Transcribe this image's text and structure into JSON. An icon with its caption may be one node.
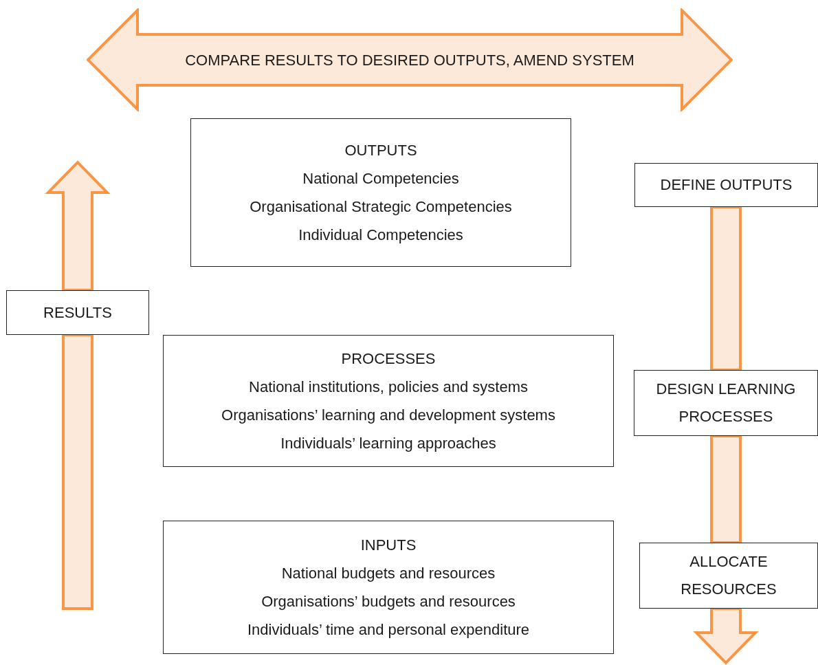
{
  "diagram": {
    "nodes": [
      {
        "text": [
          "COMPARE RESULTS TO DESIRED OUTPUTS, AMEND SYSTEM"
        ]
      },
      {
        "text": [
          "OUTPUTS",
          "National Competencies",
          "Organisational Strategic Competencies",
          "Individual Competencies"
        ]
      },
      {
        "text": [
          "DEFINE OUTPUTS"
        ]
      },
      {
        "text": [
          "RESULTS"
        ]
      },
      {
        "text": [
          "PROCESSES",
          "National institutions, policies and systems",
          "Organisations’ learning and development systems",
          "Individuals’ learning approaches"
        ]
      },
      {
        "text": [
          "DESIGN LEARNING PROCESSES"
        ]
      },
      {
        "text": [
          "INPUTS",
          "National budgets and resources",
          "Organisations’ budgets and resources",
          "Individuals’ time and personal expenditure"
        ]
      },
      {
        "text": [
          "ALLOCATE RESOURCES"
        ]
      }
    ],
    "edges": [
      {
        "from": null,
        "to": 3,
        "arrow": "none"
      },
      {
        "from": 3,
        "to": null,
        "arrow": "to"
      },
      {
        "from": 2,
        "to": 5,
        "arrow": "none"
      },
      {
        "from": 5,
        "to": 7,
        "arrow": "none"
      },
      {
        "from": 7,
        "to": null,
        "arrow": "to"
      }
    ]
  }
}
